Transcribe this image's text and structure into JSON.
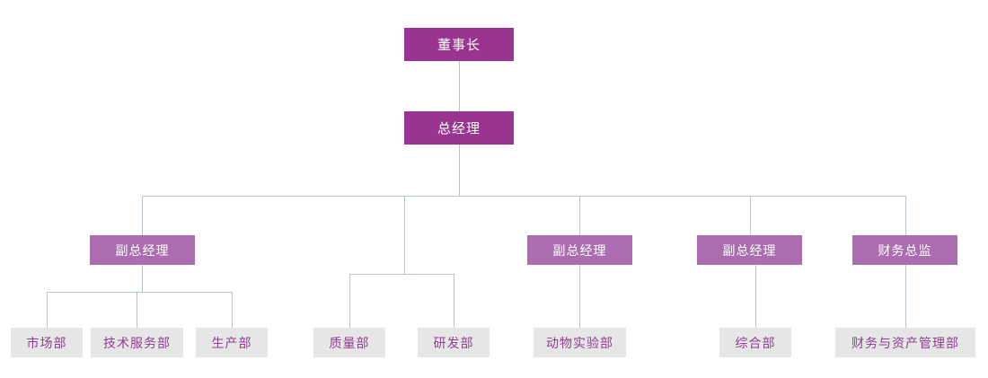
{
  "chart_title": "",
  "palette": {
    "top_box_fill": "#99358f",
    "top_box_text": "#ffffff",
    "mid_box_fill": "#ab6cb0",
    "mid_box_text": "#ffffff",
    "leaf_box_fill": "#e6e6e6",
    "leaf_box_text": "#8e3f8e",
    "connector_line": "#b9c6cf",
    "background": "#ffffff"
  },
  "nodes": {
    "chairman": {
      "label": "董事长",
      "level": "top"
    },
    "general_manager": {
      "label": "总经理",
      "level": "top"
    },
    "deputy_gm_1": {
      "label": "副总经理",
      "level": "mid"
    },
    "deputy_gm_2": {
      "label": "副总经理",
      "level": "mid"
    },
    "deputy_gm_3": {
      "label": "副总经理",
      "level": "mid"
    },
    "finance_director": {
      "label": "财务总监",
      "level": "mid"
    },
    "marketing_dept": {
      "label": "市场部",
      "level": "leaf"
    },
    "tech_service_dept": {
      "label": "技术服务部",
      "level": "leaf"
    },
    "production_dept": {
      "label": "生产部",
      "level": "leaf"
    },
    "quality_dept": {
      "label": "质量部",
      "level": "leaf"
    },
    "rd_dept": {
      "label": "研发部",
      "level": "leaf"
    },
    "animal_lab_dept": {
      "label": "动物实验部",
      "level": "leaf"
    },
    "general_affairs_dept": {
      "label": "综合部",
      "level": "leaf"
    },
    "finance_asset_dept": {
      "label": "财务与资产管理部",
      "level": "leaf"
    }
  },
  "hierarchy": {
    "root": "董事长",
    "levels": [
      [
        "董事长"
      ],
      [
        "总经理"
      ],
      [
        "副总经理",
        "副总经理",
        "副总经理",
        "财务总监"
      ],
      [
        "市场部",
        "技术服务部",
        "生产部",
        "质量部",
        "研发部",
        "动物实验部",
        "综合部",
        "财务与资产管理部"
      ]
    ],
    "edges": [
      {
        "from": "董事长",
        "to": "总经理"
      },
      {
        "from": "总经理",
        "to": "副总经理"
      },
      {
        "from": "总经理",
        "to": "质量部"
      },
      {
        "from": "总经理",
        "to": "研发部"
      },
      {
        "from": "总经理",
        "to": "副总经理"
      },
      {
        "from": "总经理",
        "to": "副总经理"
      },
      {
        "from": "总经理",
        "to": "财务总监"
      },
      {
        "from": "副总经理",
        "to": "市场部"
      },
      {
        "from": "副总经理",
        "to": "技术服务部"
      },
      {
        "from": "副总经理",
        "to": "生产部"
      },
      {
        "from": "副总经理",
        "to": "动物实验部"
      },
      {
        "from": "副总经理",
        "to": "综合部"
      },
      {
        "from": "财务总监",
        "to": "财务与资产管理部"
      }
    ]
  }
}
